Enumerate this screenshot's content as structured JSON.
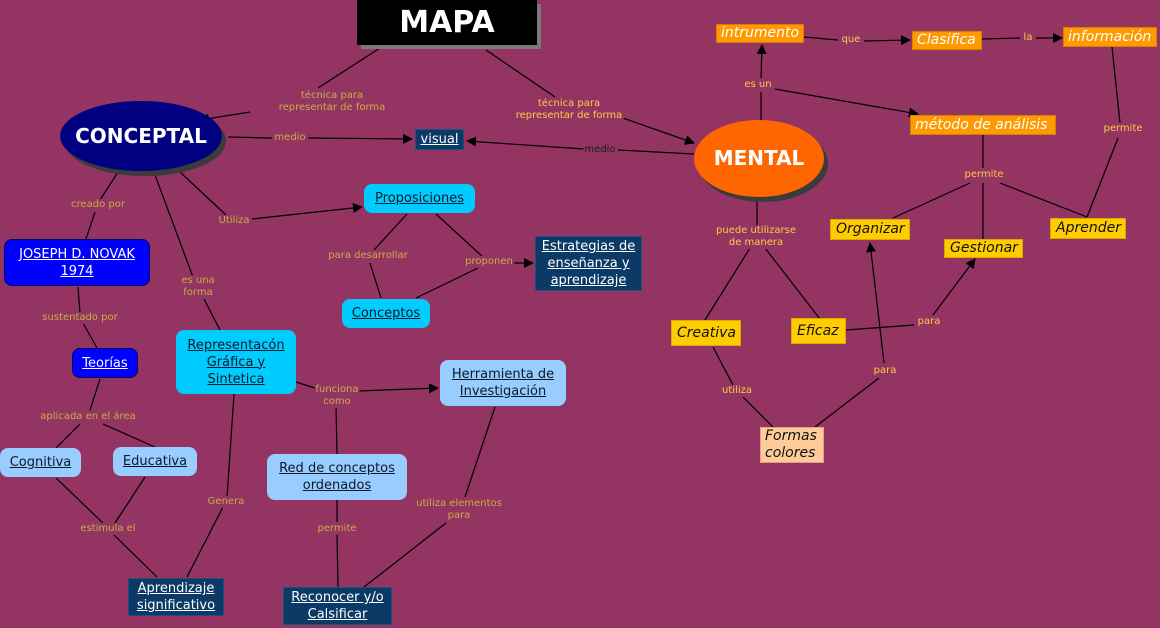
{
  "colors": {
    "background": "#933462",
    "conceptal": "#000080",
    "mental": "#ff6600",
    "dark_box": "#0b3a66",
    "blue_box": "#0000ff",
    "cyan_box": "#00ccff",
    "light_blue_box": "#99ccff",
    "orange_box": "#ff9900",
    "yellow_box": "#ffcc00",
    "peach_box": "#ffcc99"
  },
  "nodes": {
    "mapa": "MAPA",
    "conceptal": "CONCEPTAL",
    "mental": "MENTAL",
    "visual": "visual",
    "novak": "JOSEPH D. NOVAK\n1974",
    "teorias": "Teorías",
    "cognitiva": "Cognitiva",
    "educativa": "Educativa",
    "aprendizaje_significativo": "Aprendizaje \nsignificativo",
    "representacion": "Representacón\nGráfica y\nSintetica",
    "proposiciones": "Proposiciones",
    "conceptos": "Conceptos",
    "estrategias": "Estrategias de\nenseñanza y\naprendizaje",
    "herramienta": "Herramienta de\nInvestigación",
    "red_conceptos": "Red de conceptos\nordenados",
    "reconocer": "Reconocer y/o\nCalsificar",
    "intrumento": "intrumento",
    "clasifica": "Clasifica",
    "informacion": "información",
    "metodo": "método de análisis",
    "organizar": "Organizar",
    "gestionar": "Gestionar",
    "aprender": "Aprender",
    "creativa": "Creativa",
    "eficaz": "Eficaz",
    "formas_colores": "Formas\ncolores"
  },
  "links": {
    "tecnica_left": "técnica para\nrepresentar de forma",
    "tecnica_right": "técnica para\nrepresentar de forma",
    "medio_left": "medio",
    "medio_right": "medio",
    "creado_por": "creado por",
    "sustentado_por": "sustentado por",
    "aplicada": "aplicada en el área",
    "estimula": "estimula el",
    "es_una_forma": "es una\nforma",
    "utiliza_left": "Utiliza",
    "genera": "Genera",
    "para_desarrollar": "para desarrollar",
    "proponen": "proponen",
    "funciona_como": "funciona\ncomo",
    "permite_red": "permite",
    "utiliza_elementos": "utiliza elementos\npara",
    "es_un": "es un",
    "que": "que",
    "la": "la",
    "permite_info": "permite",
    "permite_metodo": "permite",
    "puede_utilizarse": "puede utilizarse\nde manera",
    "utiliza_right": "utiliza",
    "para_eficaz": "para",
    "para_formas": "para"
  }
}
